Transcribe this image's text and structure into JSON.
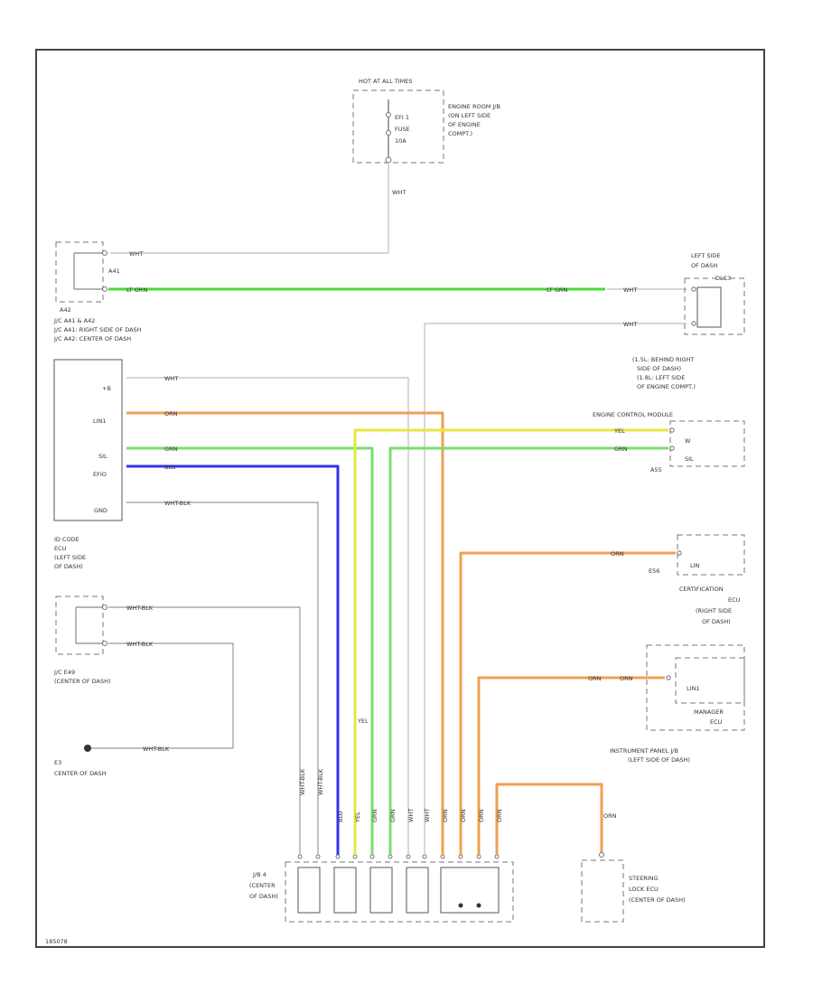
{
  "colors": {
    "white": "#bdbdbd",
    "green": "#44dd33",
    "light_green": "#77e06a",
    "orange": "#f0a050",
    "yellow": "#e6e640",
    "blue": "#3333ee",
    "white_black": "#999999"
  },
  "labels": {
    "hot_at_all_times": "HOT AT ALL TIMES",
    "efi_fuse": "EFI 1",
    "fuse": "FUSE",
    "amp": "10A",
    "engine_room_jb_1": "ENGINE ROOM J/B",
    "engine_room_jb_2": "(ON LEFT SIDE",
    "engine_room_jb_3": "OF ENGINE",
    "engine_room_jb_4": "COMPT.)",
    "jc_a41_a42_1": "J/C A41 & A42",
    "jc_a41_a42_2": "J/C A41: RIGHT SIDE OF DASH",
    "jc_a41_a42_3": "J/C A42: CENTER OF DASH",
    "a41": "A41",
    "a42": "A42",
    "dlc3_1": "LEFT SIDE",
    "dlc3_2": "OF DASH",
    "dlc3_name": "DLC3",
    "ecm_loc_1": "(1.5L: BEHIND RIGHT",
    "ecm_loc_2": "SIDE OF DASH)",
    "ecm_loc_3": "(1.8L: LEFT SIDE",
    "ecm_loc_4": "OF ENGINE COMPT.)",
    "ecm_name": "ENGINE CONTROL MODULE",
    "ecm_pin1": "W",
    "ecm_pin2": "SIL",
    "ecm_conn": "A55",
    "idcode_pin_ig": "+B",
    "idcode_pin_lin": "LIN1",
    "idcode_pin_sil": "SIL",
    "idcode_pin_efio": "EFIO",
    "idcode_pin_gnd": "GND",
    "idcode_1": "ID CODE",
    "idcode_2": "ECU",
    "idcode_3": "(LEFT SIDE",
    "idcode_4": "OF DASH)",
    "cert_pin": "LIN",
    "cert_conn": "E56",
    "cert_1": "CERTIFICATION",
    "cert_2": "ECU",
    "cert_3": "(RIGHT SIDE",
    "cert_4": "OF DASH)",
    "mgr_pin": "LIN1",
    "mgr_1": "MANAGER",
    "mgr_2": "ECU",
    "ipjb_1": "INSTRUMENT PANEL J/B",
    "ipjb_2": "(LEFT SIDE OF DASH)",
    "jc_e49_1": "J/C E49",
    "jc_e49_2": "(CENTER OF DASH)",
    "ground_id": "E3",
    "ground_loc": "CENTER OF DASH",
    "jb4_1": "J/B 4",
    "jb4_2": "(CENTER",
    "jb4_3": "OF DASH)",
    "steer_1": "STEERING",
    "steer_2": "LOCK ECU",
    "steer_3": "(CENTER OF DASH)",
    "footer": "185078"
  },
  "wire_labels": {
    "wht": "WHT",
    "lt_grn": "LT GRN",
    "orn": "ORN",
    "yel": "YEL",
    "grn": "GRN",
    "blu": "BLU",
    "wht_blk": "WHT-BLK",
    "whtblk": "WHT-BLK"
  }
}
